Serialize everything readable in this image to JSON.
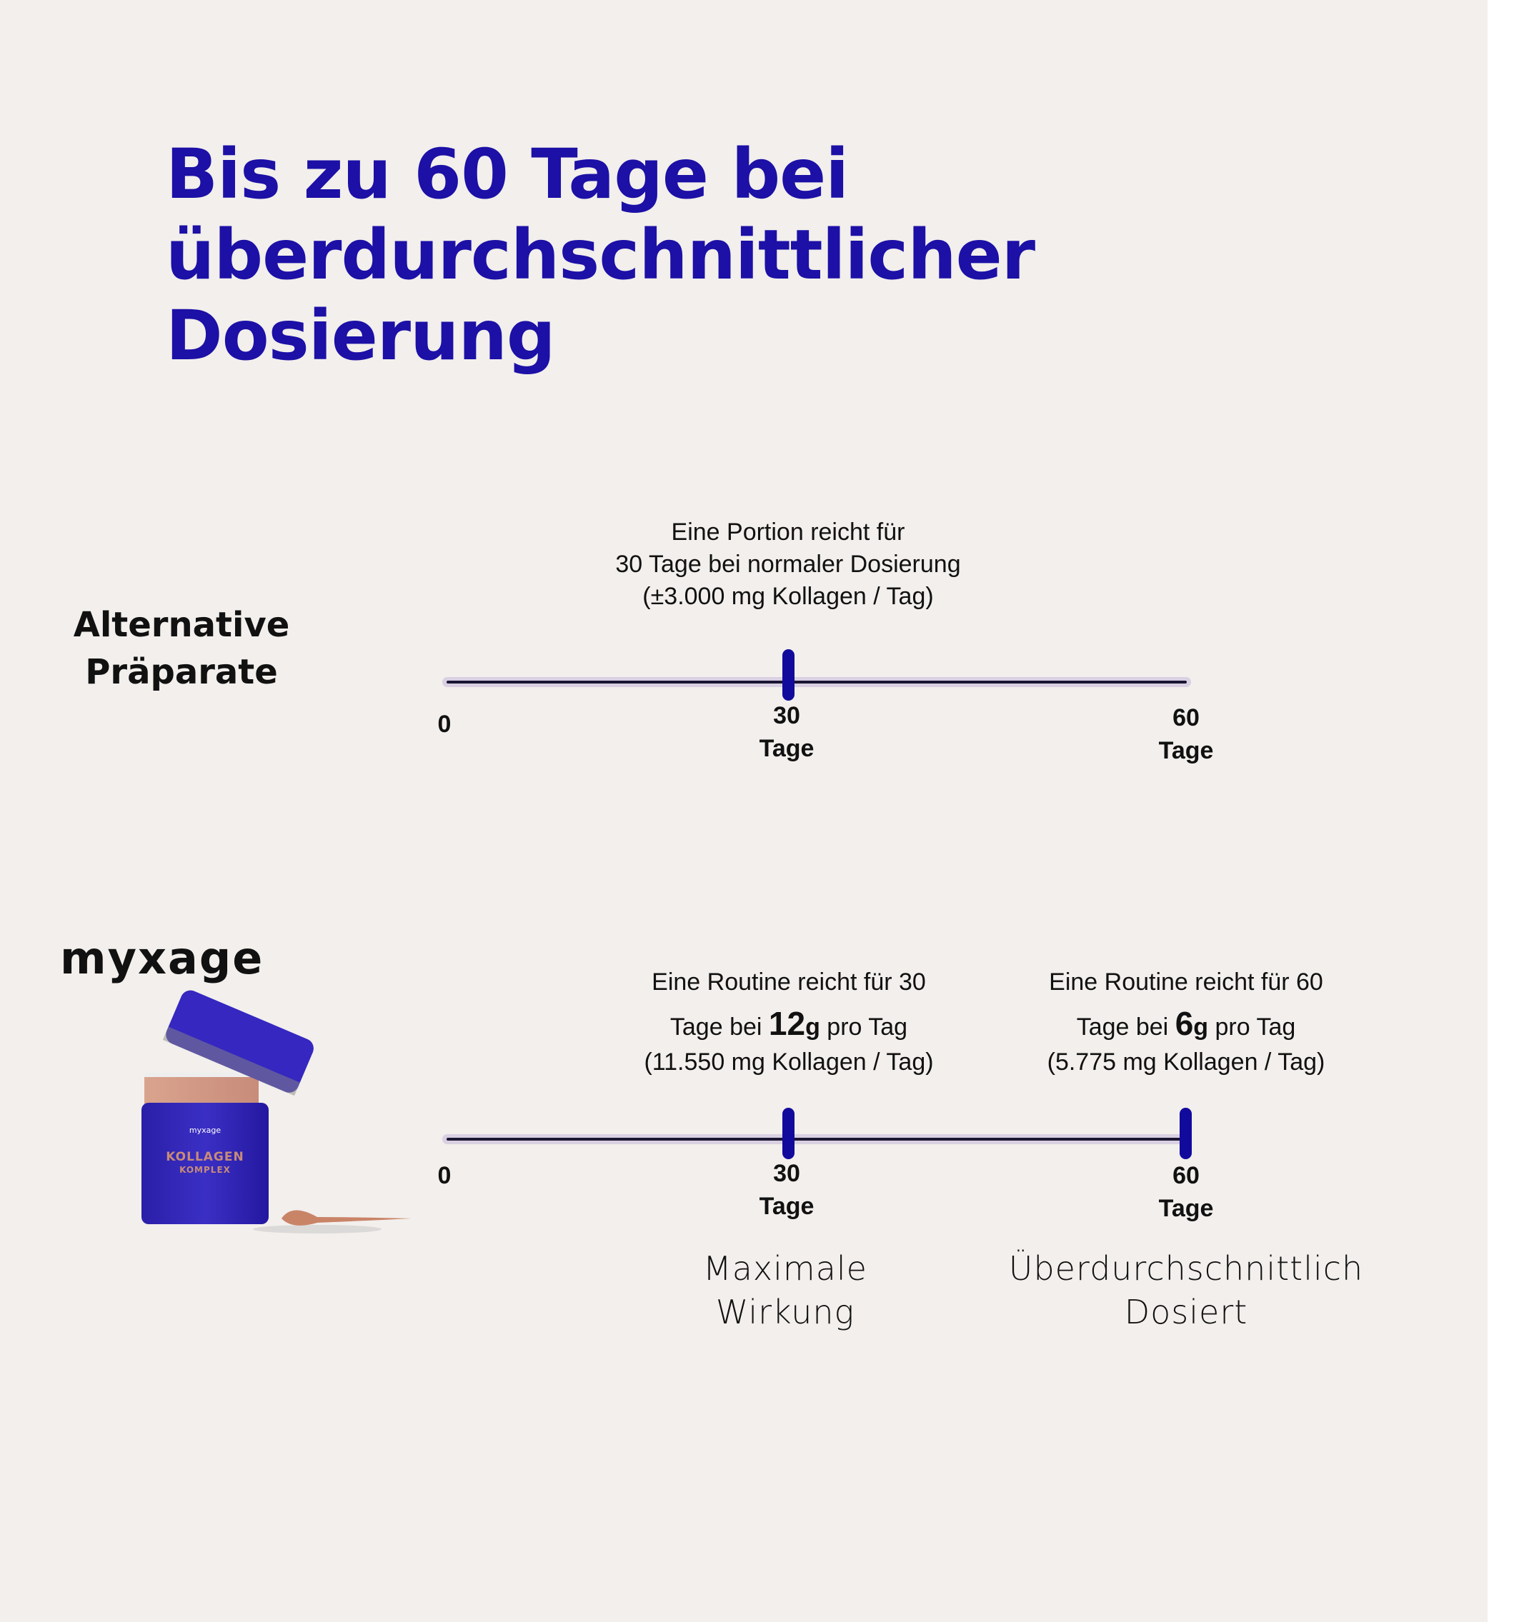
{
  "title": {
    "lines": [
      "Bis zu 60 Tage bei",
      "überdurchschnittlicher",
      "Dosierung"
    ]
  },
  "colors": {
    "accent": "#1c10a6",
    "tick": "#120a9c",
    "track": "#d9d0e2",
    "background": "#f2efec"
  },
  "alternative": {
    "label_lines": [
      "Alternative",
      "Präparate"
    ],
    "description_lines": [
      "Eine Portion reicht für",
      "30 Tage bei normaler Dosierung",
      "(±3.000 mg Kollagen / Tag)"
    ],
    "axis": {
      "start": "0",
      "mid": "30",
      "end": "60",
      "unit": "Tage"
    },
    "markers_days": [
      30
    ]
  },
  "myxage": {
    "logo": "MYXAGE",
    "product": {
      "brand": "myxage",
      "name_line1": "KOLLAGEN",
      "name_line2": "KOMPLEX"
    },
    "routine30": {
      "line1": "Eine Routine reicht für  30",
      "line2_pre": "Tage bei ",
      "line2_num": "12",
      "line2_unit": "g",
      "line2_post": " pro Tag",
      "line3": "(11.550 mg Kollagen / Tag)"
    },
    "routine60": {
      "line1": "Eine Routine reicht für 60",
      "line2_pre": "Tage bei ",
      "line2_num": "6",
      "line2_unit": "g",
      "line2_post": " pro Tag",
      "line3": "(5.775 mg Kollagen / Tag)"
    },
    "axis": {
      "start": "0",
      "mid": "30",
      "end": "60",
      "unit": "Tage"
    },
    "markers_days": [
      30,
      60
    ],
    "bottom_left": [
      "Maximale",
      "Wirkung"
    ],
    "bottom_right": [
      "Überdurchschnittlich",
      "Dosiert"
    ]
  }
}
